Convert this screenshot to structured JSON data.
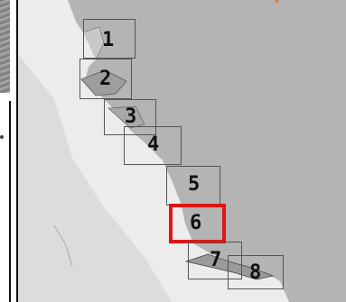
{
  "map": {
    "selected_tile": "6",
    "colors": {
      "land": "#b4b4b4",
      "water": "#ececec",
      "selected_border": "#e01515",
      "tile_border": "#555555"
    },
    "tiles": [
      {
        "label": "1"
      },
      {
        "label": "2"
      },
      {
        "label": "3"
      },
      {
        "label": "4"
      },
      {
        "label": "5"
      },
      {
        "label": "6"
      },
      {
        "label": "7"
      },
      {
        "label": "8"
      }
    ]
  }
}
